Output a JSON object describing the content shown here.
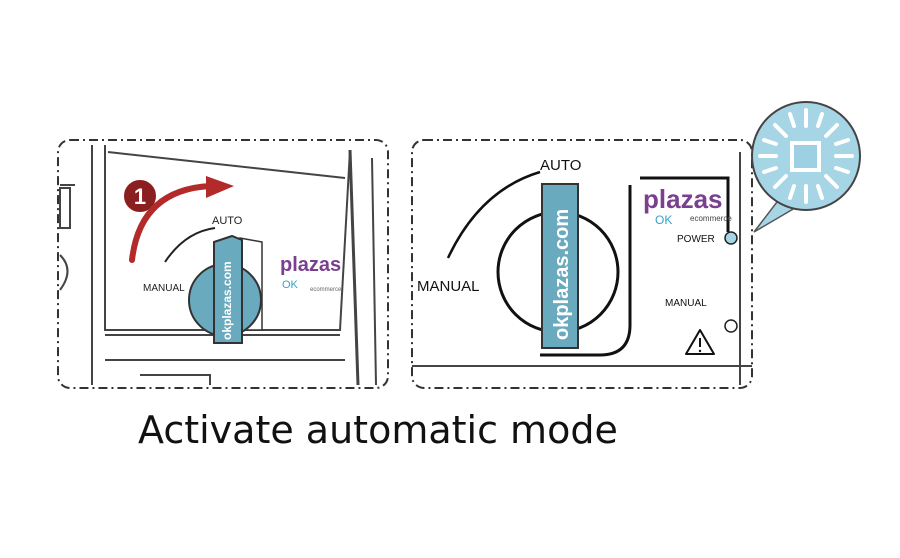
{
  "caption": "Activate automatic mode",
  "left_panel": {
    "step_number": "1",
    "label_auto": "AUTO",
    "label_manual": "MANUAL",
    "knob_text": "okplazas.com"
  },
  "right_panel": {
    "label_auto": "AUTO",
    "label_manual": "MANUAL",
    "knob_text": "okplazas.com",
    "label_power": "POWER",
    "label_manual_led": "MANUAL"
  },
  "logo": {
    "brand": "plazas",
    "ok": "OK",
    "tagline": "ecommerce"
  },
  "colors": {
    "knob_blue": "#6aaabf",
    "bubble_blue": "#a6d6e6",
    "step_red": "#8b1e1e",
    "logo_purple": "#7b3f8f",
    "logo_pink": "#e0559a",
    "logo_blue": "#3aa0c8"
  },
  "icons": {
    "warning": "warning-triangle-icon",
    "indicator": "light-burst-icon"
  }
}
